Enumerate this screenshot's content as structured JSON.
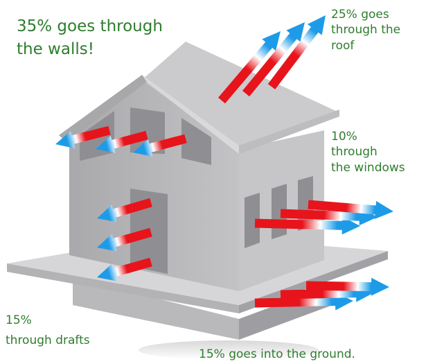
{
  "labels": {
    "walls": "35% goes through\nthe walls!",
    "roof": "25% goes\nthrough the\nroof",
    "windows": "10%\nthrough\nthe windows",
    "drafts": "15%\nthrough drafts",
    "ground": "15% goes into the ground."
  },
  "colors": {
    "text": "#2e7d2e",
    "arrow_hot": "#e8141c",
    "arrow_cold": "#1e9be8",
    "house_wall": "#c9c9cb",
    "house_roof": "#b4b4b7"
  }
}
